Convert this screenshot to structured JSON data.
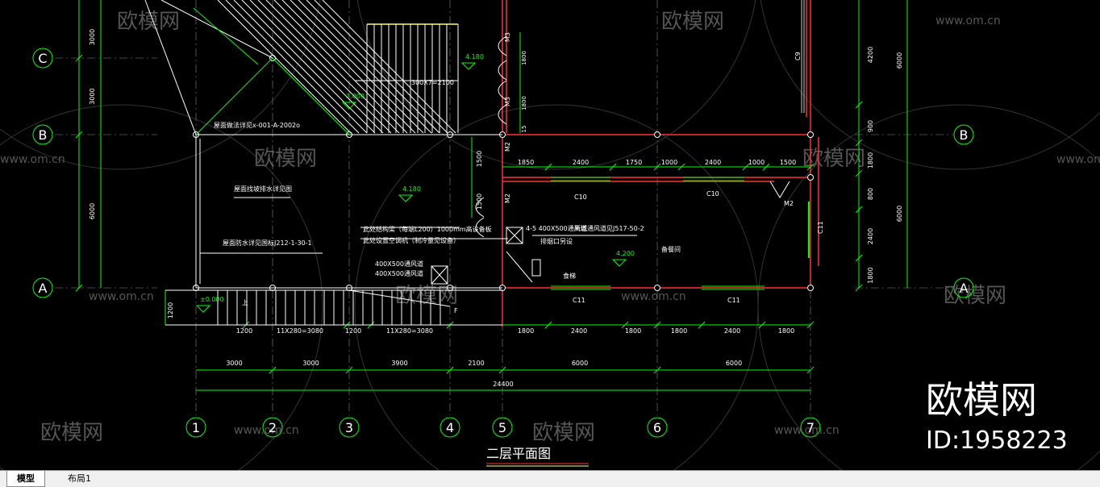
{
  "title": "二层平面图",
  "watermark": {
    "brand": "欧模网",
    "url": "www.om.cn",
    "id": "ID:1958223"
  },
  "axes_bottom": [
    "1",
    "2",
    "3",
    "4",
    "5",
    "6",
    "7"
  ],
  "axes_left": [
    "C",
    "B",
    "A"
  ],
  "axes_right": [
    "B",
    "A"
  ],
  "dims_row1": [
    "1200",
    "11X280=3080",
    "1200",
    "11X280=3080",
    "1800",
    "2400",
    "1800",
    "1800",
    "2400",
    "1800"
  ],
  "dims_row2": [
    "3000",
    "3000",
    "3900",
    "2100",
    "6000",
    "6000"
  ],
  "dim_total": "24400",
  "dims_left": [
    "3000",
    "3000",
    "6000"
  ],
  "dims_left_extra": "1200",
  "dims_right": [
    "4200",
    "6000",
    "900",
    "1800",
    "800",
    "2400",
    "6000",
    "1800"
  ],
  "dims_top_row": [
    "1850",
    "2400",
    "1750",
    "1000",
    "2400",
    "1000",
    "1500"
  ],
  "dims_stair": [
    "1500",
    "1500"
  ],
  "door_dims": [
    "1800",
    "1800",
    "15"
  ],
  "levels": [
    "4.180",
    "3.000",
    "4.180",
    "4.200",
    "±0.000"
  ],
  "labels": {
    "m3a": "M3",
    "m3b": "M3",
    "m2a": "M2",
    "m2b": "M2",
    "m2c": "M2",
    "c10a": "C10",
    "c10b": "C10",
    "c11a": "C11",
    "c11b": "C11",
    "c11c": "C11",
    "c9": "C9",
    "stair_dim": "300X7=2100",
    "note1": "屋面做法详见x-001-A-2002o",
    "note2": "屋面找坡排水详见图",
    "note3": "屋面防水详见国标J212-1-30-1",
    "note4": "此处结构梁（每端L200）1000mm高设备板",
    "note5": "此处设置空调机（制冷量见设备）",
    "note6": "400X500通风道",
    "note7": "4-5 400X500通风道",
    "note8": "新城通风道见J517-50-2",
    "note9": "400X500通风道",
    "note10": "排烟口另设",
    "room1": "备餐间",
    "room2": "食梯",
    "stair_up": "F",
    "up_mark": "上"
  },
  "tabs": [
    "模型",
    "布局1"
  ],
  "colors": {
    "axis": "#00ff00",
    "wall": "#ff3030",
    "dim": "#00ff00",
    "text": "#ffffff",
    "window": "#00ff00",
    "hatch": "#ffffff",
    "bg": "#000000"
  }
}
